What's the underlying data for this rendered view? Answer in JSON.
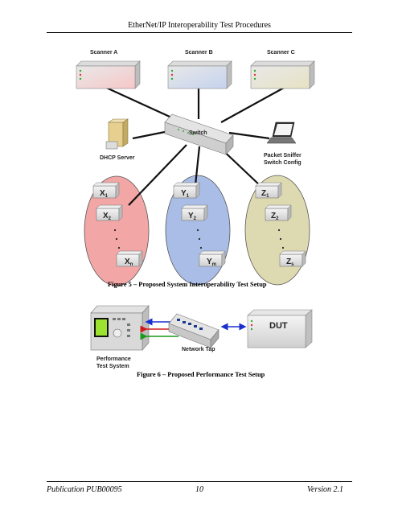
{
  "header": {
    "title": "EtherNet/IP Interoperability Test Procedures"
  },
  "figure5": {
    "scanners": [
      "Scanner A",
      "Scanner B",
      "Scanner C"
    ],
    "switch_label": "Switch",
    "dhcp_label": "DHCP Server",
    "sniffer_label_line1": "Packet Sniffer",
    "sniffer_label_line2": "Switch Config",
    "group_x": {
      "n1": "X",
      "s1": "1",
      "n2": "X",
      "s2": "2",
      "nn": "X",
      "sn": "n"
    },
    "group_y": {
      "n1": "Y",
      "s1": "1",
      "n2": "Y",
      "s2": "2",
      "nn": "Y",
      "sn": "m"
    },
    "group_z": {
      "n1": "Z",
      "s1": "1",
      "n2": "Z",
      "s2": "2",
      "nn": "Z",
      "sn": "s"
    },
    "caption": "Figure 5 – Proposed System Interoperability Test Setup",
    "colors": {
      "group_x": "#f2a6a6",
      "group_y": "#a9bde6",
      "group_z": "#ddd9b0"
    }
  },
  "figure6": {
    "perf_label_line1": "Performance",
    "perf_label_line2": "Test System",
    "tap_label": "Network Tap",
    "dut_label": "DUT",
    "caption": "Figure 6 – Proposed Performance Test Setup",
    "colors": {
      "blue": "#1a2fd0",
      "red": "#d01a1a",
      "green": "#1a9a1a"
    }
  },
  "footer": {
    "publication": "Publication PUB00095",
    "page": "10",
    "version": "Version 2.1"
  }
}
